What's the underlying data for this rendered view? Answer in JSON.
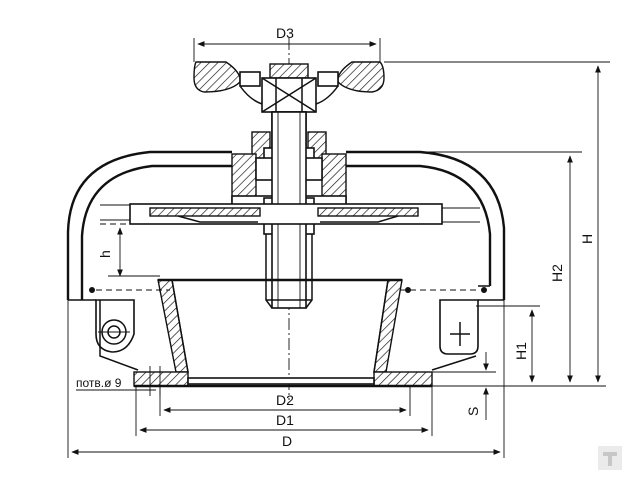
{
  "labels": {
    "d3": "D3",
    "d2": "D2",
    "d1": "D1",
    "d": "D",
    "h_cap": "H",
    "h2": "H2",
    "h1": "H1",
    "h_small": "h",
    "s": "S",
    "hole_note": "потв.ø 9"
  },
  "colors": {
    "line": "#111111",
    "background": "#ffffff"
  }
}
